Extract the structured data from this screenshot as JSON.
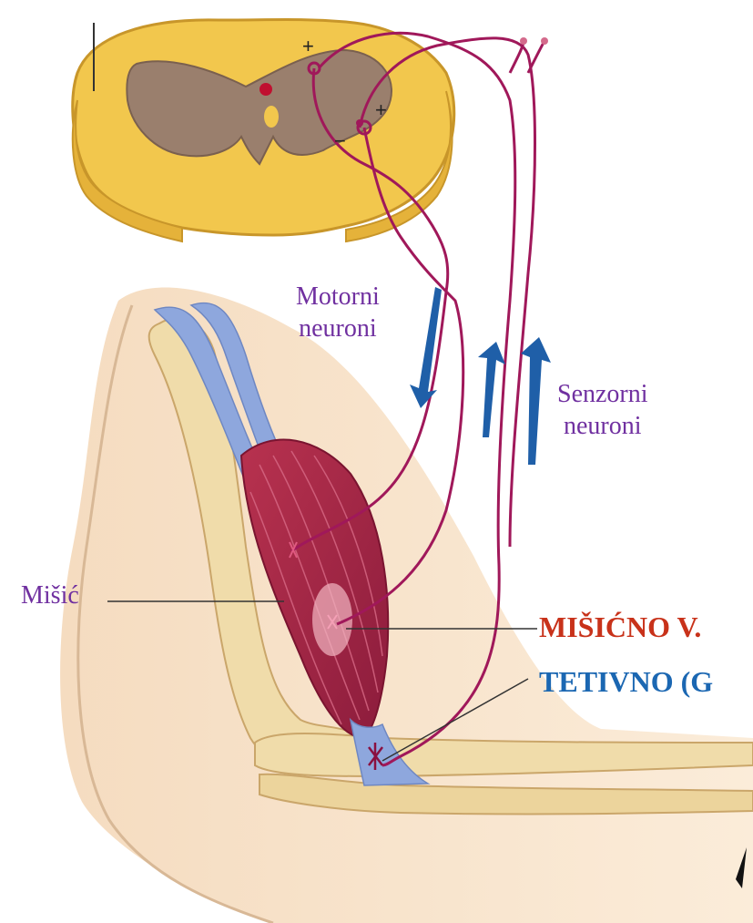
{
  "labels": {
    "motor_line1": "Motorni",
    "motor_line2": "neuroni",
    "senzor_line1": "Senzorni",
    "senzor_line2": "neuroni",
    "misic": "Mišić",
    "misicno_vreteno": "MIŠIĆNO V.",
    "tetivno": "TETIVNO (G"
  },
  "symbols": {
    "plus": "+",
    "minus": "−"
  },
  "colors": {
    "spinal_cord": "#f2c74d",
    "gray_matter": "#9a7f6d",
    "nerve": "#a0185a",
    "muscle": "#a8284a",
    "tendon": "#8ea7dd",
    "bone": "#f0dcaa",
    "skin": "#f8e4cc",
    "arrow": "#1f5fa8",
    "label_purple": "#7030a0",
    "label_red": "#c8321a",
    "label_blue": "#1b67b2"
  }
}
